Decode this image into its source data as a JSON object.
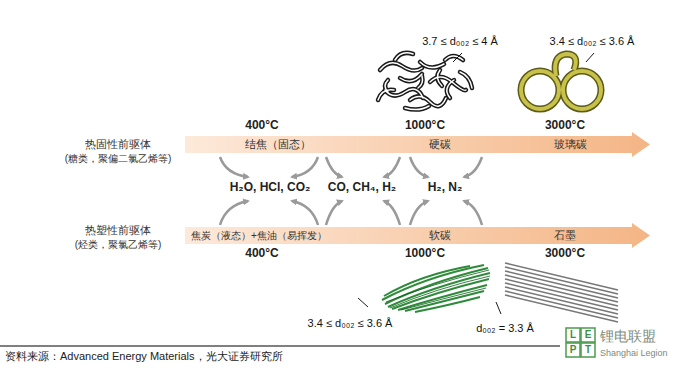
{
  "diagram": {
    "nodes": [
      {
        "text": [
          "结焦（固态）",
          "硬碳",
          "玻璃碳"
        ]
      },
      {
        "text": [
          "焦炭（液态）+焦油（易挥发）",
          "软碳",
          "石墨"
        ]
      }
    ],
    "labels": [
      "热固性前驱体",
      "(糖类，聚偏二氯乙烯等)",
      "400°C",
      "1000°C",
      "3000°C",
      "3.7 ≤ d₀₀₂ ≤ 4 Å",
      "3.4 ≤ d₀₀₂ ≤ 3.6 Å",
      "H₂O, HCl, CO₂",
      "CO, CH₄, H₂",
      "H₂, N₂",
      "热塑性前驱体",
      "(烃类，聚氯乙烯等)",
      "400°C",
      "1000°C",
      "3000°C",
      "3.4 ≤ d₀₀₂ ≤ 3.6 Å",
      "d₀₀₂ = 3.3 Å",
      "资料来源：Advanced Energy Materials，光大证券研究所",
      "L",
      "E",
      "P",
      "T",
      "锂电联盟",
      "Shanghai Legion"
    ]
  }
}
